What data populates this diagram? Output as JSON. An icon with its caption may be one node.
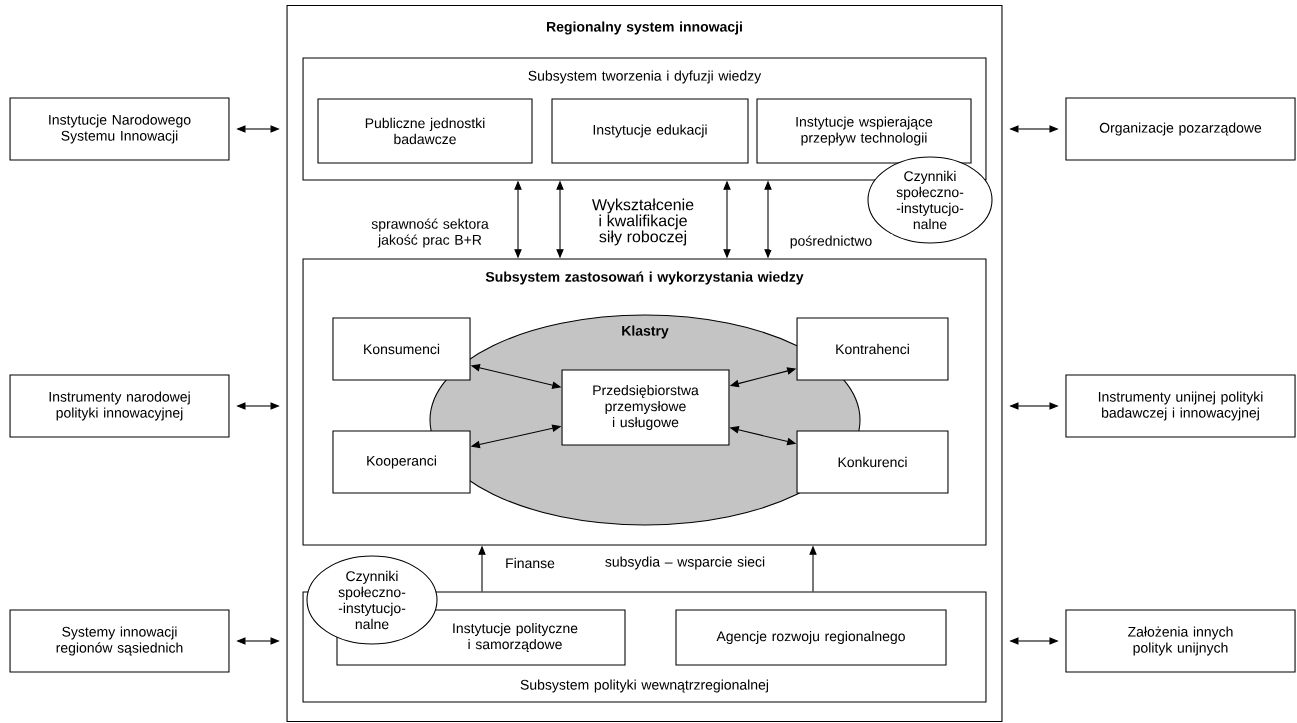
{
  "diagram": {
    "nodes": [
      {
        "text": [
          "Regionalny system innowacji"
        ]
      },
      {
        "text": [
          "Subsystem tworzenia i dyfuzji wiedzy"
        ],
        "in": 0
      },
      {
        "text": [
          "Publiczne jednostki badawcze"
        ],
        "in": 1
      },
      {
        "text": [
          "Instytucje edukacji"
        ],
        "in": 1
      },
      {
        "text": [
          "Instytucje wspierające przepływ technologii"
        ],
        "in": 1
      },
      {
        "text": [
          "Czynniki społeczno- -instytucjo- nalne"
        ],
        "in": 0
      },
      {
        "text": [
          "Subsystem zastosowań i wykorzystania wiedzy"
        ],
        "in": 0
      },
      {
        "text": [
          "Klastry"
        ],
        "in": 6
      },
      {
        "text": [
          "Konsumenci"
        ],
        "in": 6
      },
      {
        "text": [
          "Kontrahenci"
        ],
        "in": 6
      },
      {
        "text": [
          "Przedsiębiorstwa przemysłowe i usługowe"
        ],
        "in": 7
      },
      {
        "text": [
          "Kooperanci"
        ],
        "in": 6
      },
      {
        "text": [
          "Konkurenci"
        ],
        "in": 6
      },
      {
        "text": [
          "Subsystem polityki wewnątrzregionalnej"
        ],
        "in": 0
      },
      {
        "text": [
          "Instytucje polityczne i samorządowe"
        ],
        "in": 13
      },
      {
        "text": [
          "Agencje rozwoju regionalnego"
        ],
        "in": 13
      },
      {
        "text": [
          "Czynniki społeczno- -instytucjo- nalne"
        ],
        "in": 0
      },
      {
        "text": [
          "Instytucje Narodowego Systemu Innowacji"
        ]
      },
      {
        "text": [
          "Instrumenty narodowej polityki innowacyjnej"
        ]
      },
      {
        "text": [
          "Systemy innowacji regionów sąsiednich"
        ]
      },
      {
        "text": [
          "Organizacje pozarządowe"
        ]
      },
      {
        "text": [
          "Instrumenty unijnej polityki badawczej i innowacyjnej"
        ]
      },
      {
        "text": [
          "Założenia innych polityk unijnych"
        ]
      }
    ],
    "edges": [
      {
        "from": 17,
        "to": 0,
        "arrow": "both"
      },
      {
        "from": 18,
        "to": 0,
        "arrow": "both"
      },
      {
        "from": 19,
        "to": 0,
        "arrow": "both"
      },
      {
        "from": 0,
        "to": 20,
        "arrow": "both"
      },
      {
        "from": 0,
        "to": 21,
        "arrow": "both"
      },
      {
        "from": 0,
        "to": 22,
        "arrow": "both"
      },
      {
        "from": 1,
        "to": 6,
        "arrow": "both",
        "label": "sprawność sektora jakość prac B+R"
      },
      {
        "from": 1,
        "to": 6,
        "arrow": "both",
        "label": "Wykształcenie i kwalifikacje siły roboczej"
      },
      {
        "from": 1,
        "to": 6,
        "arrow": "both"
      },
      {
        "from": 1,
        "to": 6,
        "arrow": "both",
        "label": "pośrednictwo"
      },
      {
        "from": 13,
        "to": 6,
        "arrow": "to",
        "label": "Finanse"
      },
      {
        "from": 13,
        "to": 6,
        "arrow": "to",
        "label": "subsydia – wsparcie sieci"
      },
      {
        "from": 8,
        "to": 10,
        "arrow": "both"
      },
      {
        "from": 9,
        "to": 10,
        "arrow": "both"
      },
      {
        "from": 11,
        "to": 10,
        "arrow": "both"
      },
      {
        "from": 12,
        "to": 10,
        "arrow": "both"
      }
    ]
  }
}
